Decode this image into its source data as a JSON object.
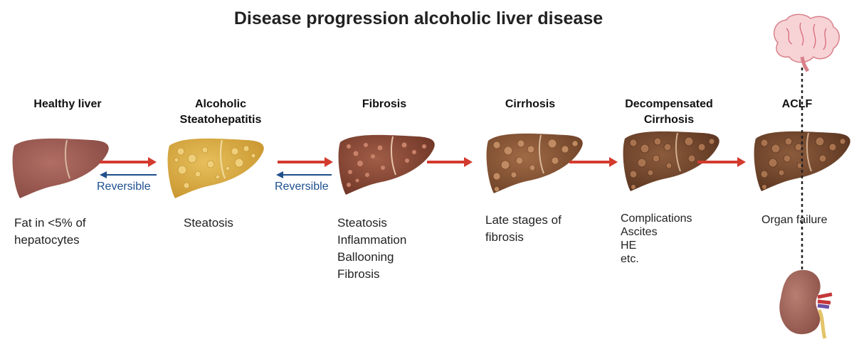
{
  "title": "Disease progression alcoholic liver disease",
  "colors": {
    "red_arrow": "#d33b2e",
    "blue_arrow": "#1f4f8c",
    "healthy_liver": "#9a5a52",
    "steatohepatitis_liver": "#d9ad45",
    "fibrotic_liver": "#8a4a36",
    "cirrhotic_liver": "#8c5a3a"
  },
  "stages": [
    {
      "title": [
        "Healthy liver"
      ],
      "description": [
        "Fat in <5% of",
        "hepatocytes"
      ]
    },
    {
      "title": [
        "Alcoholic",
        "Steatohepatitis"
      ],
      "description": [
        "Steatosis"
      ]
    },
    {
      "title": [
        "Fibrosis"
      ],
      "description": [
        "Steatosis",
        "Inflammation",
        "Ballooning",
        "Fibrosis"
      ]
    },
    {
      "title": [
        "Cirrhosis"
      ],
      "description": [
        "Late stages of",
        "fibrosis"
      ]
    },
    {
      "title": [
        "Decompensated",
        "Cirrhosis"
      ],
      "description": [
        "Complications",
        "Ascites",
        "HE",
        "etc."
      ]
    },
    {
      "title": [
        "ACLF"
      ],
      "description": [
        "Organ failure"
      ]
    }
  ],
  "reversible_labels": [
    "Reversible",
    "Reversible"
  ],
  "icons": [
    "liver-icon",
    "brain-icon",
    "kidney-icon",
    "right-arrow-icon",
    "left-arrow-icon"
  ]
}
